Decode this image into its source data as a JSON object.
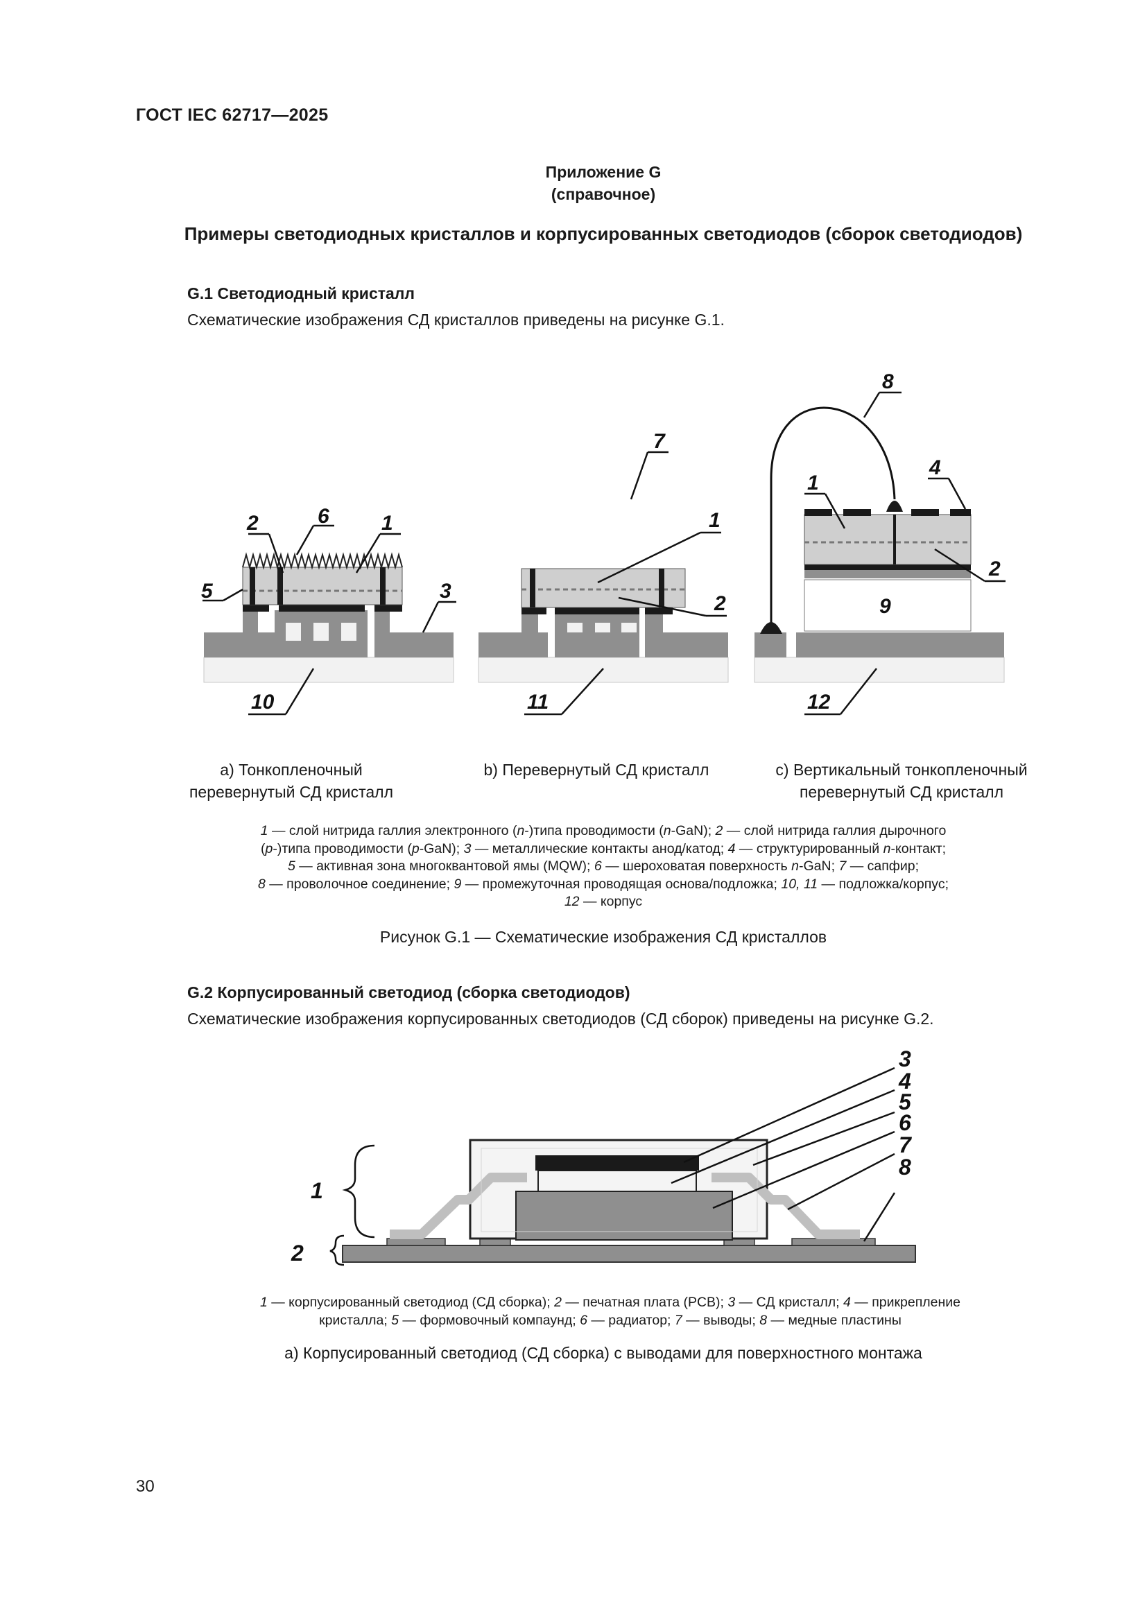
{
  "header": {
    "standard": "ГОСТ IEC 62717—2025"
  },
  "annex": {
    "name": "Приложение G",
    "type": "(справочное)"
  },
  "title": "Примеры светодиодных кристаллов и корпусированных светодиодов (сборок светодиодов)",
  "section1": {
    "heading": "G.1 Светодиодный кристалл",
    "text": "Схематические изображения СД кристаллов приведены на рисунке G.1."
  },
  "figure1": {
    "panel_a": {
      "number": "1",
      "labels": [
        "2",
        "6",
        "1",
        "5",
        "3",
        "10"
      ],
      "caption_line1": "a) Тонкопленочный",
      "caption_line2": "перевернутый СД кристалл"
    },
    "panel_b": {
      "number": "2",
      "labels": [
        "7",
        "1",
        "2",
        "11"
      ],
      "caption": "b) Перевернутый СД кристалл"
    },
    "panel_c": {
      "labels": [
        "8",
        "4",
        "1",
        "2",
        "9",
        "12"
      ],
      "caption_line1": "c) Вертикальный тонкопленочный",
      "caption_line2": "перевернутый СД кристалл"
    },
    "legend": {
      "l1_a": "1",
      "l1_b": " — слой нитрида галлия электронного (",
      "l1_c": "n",
      "l1_d": "-)типа проводимости (",
      "l1_e": "n",
      "l1_f": "-GaN); ",
      "l1_g": "2",
      "l1_h": " — слой нитрида галлия дырочного",
      "l2_a": "(",
      "l2_b": "p",
      "l2_c": "-)типа проводимости (",
      "l2_d": "p",
      "l2_e": "-GaN); ",
      "l2_f": "3",
      "l2_g": " — металлические контакты анод/катод; ",
      "l2_h": "4",
      "l2_i": " — структурированный ",
      "l2_j": "n",
      "l2_k": "-контакт;",
      "l3_a": "5",
      "l3_b": " — активная зона многоквантовой ямы (MQW); ",
      "l3_c": "6",
      "l3_d": " — шероховатая поверхность ",
      "l3_e": "n",
      "l3_f": "-GaN; ",
      "l3_g": "7",
      "l3_h": " — сапфир;",
      "l4_a": "8",
      "l4_b": " — проволочное соединение; ",
      "l4_c": "9",
      "l4_d": " — промежуточная проводящая основа/подложка; ",
      "l4_e": "10, 11",
      "l4_f": " — подложка/корпус;",
      "l5_a": "12",
      "l5_b": " — корпус"
    },
    "title": "Рисунок G.1 — Схематические изображения СД кристаллов"
  },
  "section2": {
    "heading": "G.2 Корпусированный светодиод (сборка светодиодов)",
    "text": "Схематические изображения корпусированных светодиодов (СД сборок) приведены на рисунке G.2."
  },
  "figure2": {
    "labels": [
      "3",
      "4",
      "5",
      "6",
      "7",
      "8",
      "1",
      "2"
    ],
    "legend": {
      "l1_a": "1",
      "l1_b": " — корпусированный светодиод (СД сборка); ",
      "l1_c": "2",
      "l1_d": " — печатная плата (PCB); ",
      "l1_e": "3",
      "l1_f": " — СД кристалл; ",
      "l1_g": "4",
      "l1_h": " — прикрепление",
      "l2_a": "кристалла; ",
      "l2_b": "5",
      "l2_c": " — формовочный компаунд; ",
      "l2_d": "6",
      "l2_e": " — радиатор; ",
      "l2_f": "7",
      "l2_g": " — выводы; ",
      "l2_h": "8",
      "l2_i": " — медные пластины"
    },
    "caption": "a) Корпусированный светодиод (СД сборка) с выводами для поверхностного монтажа"
  },
  "page_number": "30"
}
